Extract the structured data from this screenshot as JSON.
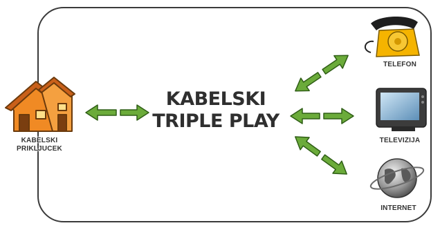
{
  "center": {
    "line1": "KABELSKI",
    "line2": "TRIPLE PLAY"
  },
  "source": {
    "line1": "KABELSKI",
    "line2": "PRIKLJUCEK",
    "icon": "house-icon"
  },
  "services": [
    {
      "label": "TELEFON",
      "icon": "telephone-icon"
    },
    {
      "label": "TELEVIZIJA",
      "icon": "television-icon"
    },
    {
      "label": "INTERNET",
      "icon": "globe-icon"
    }
  ],
  "colors": {
    "arrow": "#6bab3a",
    "arrow_outline": "#2f5e16",
    "house": "#f08a24",
    "phone": "#f5b400",
    "frame": "#3a3a3a"
  }
}
